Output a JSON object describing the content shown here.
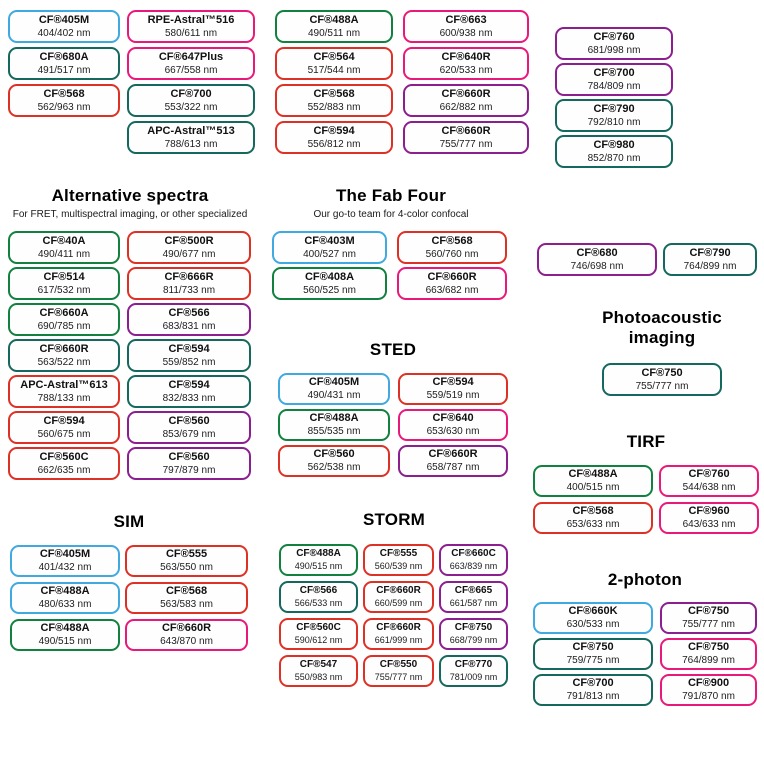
{
  "colors": {
    "blue": "#3FA9E0",
    "green": "#12813F",
    "teal": "#15685D",
    "red": "#DE3126",
    "pink": "#E8197B",
    "purple": "#8B1F8F"
  },
  "groups": [
    {
      "id": "top-left",
      "title": null,
      "subtitle": null,
      "rows": [
        [
          {
            "label": "CF®405M",
            "nm": "404/402 nm",
            "color": "blue"
          },
          {
            "label": "RPE-Astral™516",
            "nm": "580/611 nm",
            "color": "pink"
          }
        ],
        [
          {
            "label": "CF®680A",
            "nm": "491/517 nm",
            "color": "teal"
          },
          {
            "label": "CF®647Plus",
            "nm": "667/558 nm",
            "color": "pink"
          }
        ],
        [
          {
            "label": "CF®568",
            "nm": "562/963 nm",
            "color": "red"
          },
          {
            "label": "CF®700",
            "nm": "553/322 nm",
            "color": "teal"
          }
        ],
        [
          null,
          {
            "label": "APC-Astral™513",
            "nm": "788/613 nm",
            "color": "teal"
          }
        ]
      ]
    },
    {
      "id": "top-middle",
      "title": null,
      "subtitle": null,
      "rows": [
        [
          {
            "label": "CF®488A",
            "nm": "490/511 nm",
            "color": "green"
          },
          {
            "label": "CF®663",
            "nm": "600/938 nm",
            "color": "pink"
          }
        ],
        [
          {
            "label": "CF®564",
            "nm": "517/544 nm",
            "color": "red"
          },
          {
            "label": "CF®640R",
            "nm": "620/533 nm",
            "color": "pink"
          }
        ],
        [
          {
            "label": "CF®568",
            "nm": "552/883 nm",
            "color": "red"
          },
          {
            "label": "CF®660R",
            "nm": "662/882 nm",
            "color": "purple"
          }
        ],
        [
          {
            "label": "CF®594",
            "nm": "556/812 nm",
            "color": "red"
          },
          {
            "label": "CF®660R",
            "nm": "755/777 nm",
            "color": "purple"
          }
        ]
      ]
    },
    {
      "id": "top-right",
      "title": null,
      "subtitle": null,
      "rows": [
        [
          {
            "label": "CF®760",
            "nm": "681/998 nm",
            "color": "purple"
          }
        ],
        [
          {
            "label": "CF®700",
            "nm": "784/809 nm",
            "color": "purple"
          }
        ],
        [
          {
            "label": "CF®790",
            "nm": "792/810 nm",
            "color": "teal"
          }
        ],
        [
          {
            "label": "CF®980",
            "nm": "852/870 nm",
            "color": "teal"
          }
        ]
      ]
    },
    {
      "id": "alternative-spectra",
      "title": "Alternative spectra",
      "subtitle": "For FRET, multispectral imaging, or other specialized",
      "rows": [
        [
          {
            "label": "CF®40A",
            "nm": "490/411 nm",
            "color": "green"
          },
          {
            "label": "CF®500R",
            "nm": "490/677 nm",
            "color": "red"
          }
        ],
        [
          {
            "label": "CF®514",
            "nm": "617/532 nm",
            "color": "green"
          },
          {
            "label": "CF®666R",
            "nm": "811/733 nm",
            "color": "red"
          }
        ],
        [
          {
            "label": "CF®660A",
            "nm": "690/785 nm",
            "color": "green"
          },
          {
            "label": "CF®566",
            "nm": "683/831 nm",
            "color": "purple"
          }
        ],
        [
          {
            "label": "CF®660R",
            "nm": "563/522 nm",
            "color": "teal"
          },
          {
            "label": "CF®594",
            "nm": "559/852 nm",
            "color": "teal"
          }
        ],
        [
          {
            "label": "APC-Astral™613",
            "nm": "788/133 nm",
            "color": "red"
          },
          {
            "label": "CF®594",
            "nm": "832/833 nm",
            "color": "teal"
          }
        ],
        [
          {
            "label": "CF®594",
            "nm": "560/675 nm",
            "color": "red"
          },
          {
            "label": "CF®560",
            "nm": "853/679 nm",
            "color": "purple"
          }
        ],
        [
          {
            "label": "CF®560C",
            "nm": "662/635 nm",
            "color": "red"
          },
          {
            "label": "CF®560",
            "nm": "797/879 nm",
            "color": "purple"
          }
        ]
      ]
    },
    {
      "id": "fab-four",
      "title": "The Fab Four",
      "subtitle": "Our go-to team for 4-color confocal",
      "rows": [
        [
          {
            "label": "CF®403M",
            "nm": "400/527 nm",
            "color": "blue"
          },
          {
            "label": "CF®568",
            "nm": "560/760 nm",
            "color": "red"
          }
        ],
        [
          {
            "label": "CF®408A",
            "nm": "560/525 nm",
            "color": "green"
          },
          {
            "label": "CF®660R",
            "nm": "663/682 nm",
            "color": "pink"
          }
        ]
      ]
    },
    {
      "id": "nir-pair",
      "title": null,
      "subtitle": null,
      "rows": [
        [
          {
            "label": "CF®680",
            "nm": "746/698 nm",
            "color": "purple"
          },
          {
            "label": "CF®790",
            "nm": "764/899 nm",
            "color": "teal"
          }
        ]
      ]
    },
    {
      "id": "sted",
      "title": "STED",
      "subtitle": null,
      "rows": [
        [
          {
            "label": "CF®405M",
            "nm": "490/431 nm",
            "color": "blue"
          },
          {
            "label": "CF®594",
            "nm": "559/519 nm",
            "color": "red"
          }
        ],
        [
          {
            "label": "CF®488A",
            "nm": "855/535 nm",
            "color": "green"
          },
          {
            "label": "CF®640",
            "nm": "653/630 nm",
            "color": "pink"
          }
        ],
        [
          {
            "label": "CF®560",
            "nm": "562/538 nm",
            "color": "red"
          },
          {
            "label": "CF®660R",
            "nm": "658/787 nm",
            "color": "purple"
          }
        ]
      ]
    },
    {
      "id": "photoacoustic-imaging",
      "title": "Photoacoustic imaging",
      "subtitle": null,
      "rows": [
        [
          {
            "label": "CF®750",
            "nm": "755/777 nm",
            "color": "teal"
          }
        ]
      ]
    },
    {
      "id": "tirf",
      "title": "TIRF",
      "subtitle": null,
      "rows": [
        [
          {
            "label": "CF®488A",
            "nm": "400/515 nm",
            "color": "green"
          },
          {
            "label": "CF®760",
            "nm": "544/638 nm",
            "color": "pink"
          }
        ],
        [
          {
            "label": "CF®568",
            "nm": "653/633 nm",
            "color": "red"
          },
          {
            "label": "CF®960",
            "nm": "643/633 nm",
            "color": "pink"
          }
        ]
      ]
    },
    {
      "id": "sim",
      "title": "SIM",
      "subtitle": null,
      "rows": [
        [
          {
            "label": "CF®405M",
            "nm": "401/432 nm",
            "color": "blue"
          },
          {
            "label": "CF®555",
            "nm": "563/550 nm",
            "color": "red"
          }
        ],
        [
          {
            "label": "CF®488A",
            "nm": "480/633 nm",
            "color": "blue"
          },
          {
            "label": "CF®568",
            "nm": "563/583 nm",
            "color": "red"
          }
        ],
        [
          {
            "label": "CF®488A",
            "nm": "490/515 nm",
            "color": "green"
          },
          {
            "label": "CF®660R",
            "nm": "643/870 nm",
            "color": "pink"
          }
        ]
      ]
    },
    {
      "id": "storm",
      "title": "STORM",
      "subtitle": null,
      "small": true,
      "rows": [
        [
          {
            "label": "CF®488A",
            "nm": "490/515 nm",
            "color": "green"
          },
          {
            "label": "CF®555",
            "nm": "560/539 nm",
            "color": "red"
          },
          {
            "label": "CF®660C",
            "nm": "663/839 nm",
            "color": "purple"
          }
        ],
        [
          {
            "label": "CF®566",
            "nm": "566/533 nm",
            "color": "teal"
          },
          {
            "label": "CF®660R",
            "nm": "660/599 nm",
            "color": "red"
          },
          {
            "label": "CF®665",
            "nm": "661/587 nm",
            "color": "purple"
          }
        ],
        [
          {
            "label": "CF®560C",
            "nm": "590/612 nm",
            "color": "red"
          },
          {
            "label": "CF®660R",
            "nm": "661/999 nm",
            "color": "red"
          },
          {
            "label": "CF®750",
            "nm": "668/799 nm",
            "color": "purple"
          }
        ],
        [
          {
            "label": "CF®547",
            "nm": "550/983 nm",
            "color": "red"
          },
          {
            "label": "CF®550",
            "nm": "755/777 nm",
            "color": "red"
          },
          {
            "label": "CF®770",
            "nm": "781/009 nm",
            "color": "teal"
          }
        ]
      ]
    },
    {
      "id": "two-photon",
      "title": "2-photon",
      "subtitle": null,
      "rows": [
        [
          {
            "label": "CF®660K",
            "nm": "630/533 nm",
            "color": "blue"
          },
          {
            "label": "CF®750",
            "nm": "755/777 nm",
            "color": "purple"
          }
        ],
        [
          {
            "label": "CF®750",
            "nm": "759/775 nm",
            "color": "teal"
          },
          {
            "label": "CF®750",
            "nm": "764/899 nm",
            "color": "pink"
          }
        ],
        [
          {
            "label": "CF®700",
            "nm": "791/813 nm",
            "color": "teal"
          },
          {
            "label": "CF®900",
            "nm": "791/870 nm",
            "color": "pink"
          }
        ]
      ]
    }
  ]
}
